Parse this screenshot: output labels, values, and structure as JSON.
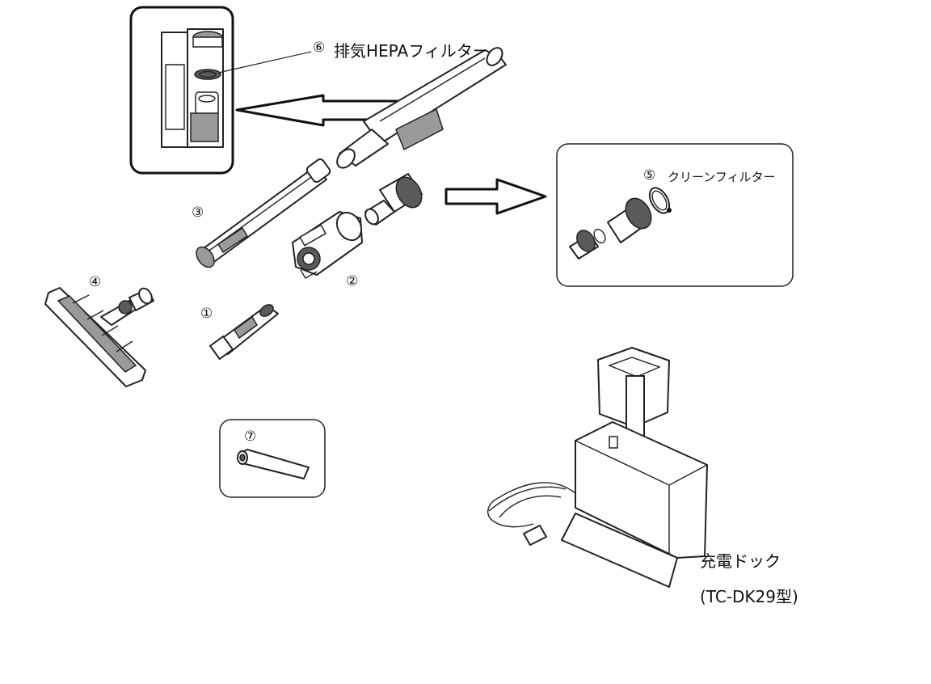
{
  "parts": {
    "p1": "①",
    "p2": "②",
    "p3": "③",
    "p4": "④",
    "p5": "⑤",
    "p6": "⑥",
    "p7": "⑦"
  },
  "labels": {
    "hepa_filter": "排気HEPAフィルター",
    "clean_filter": "クリーンフィルター",
    "dock_name": "充電ドック",
    "dock_model": "(TC-DK29型)"
  }
}
